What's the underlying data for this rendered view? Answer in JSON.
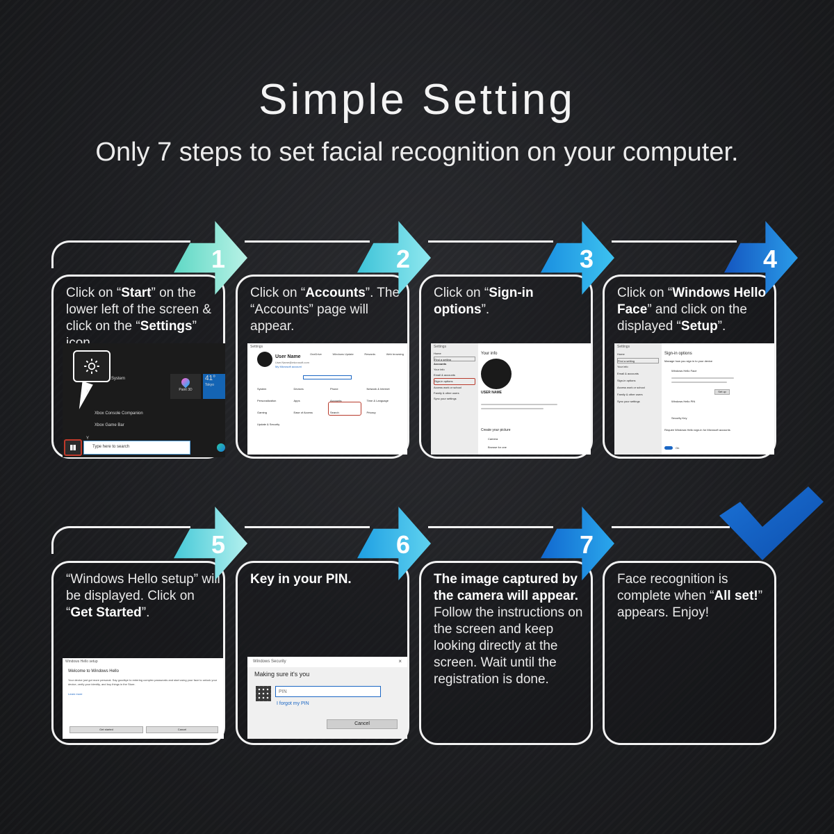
{
  "header": {
    "title": "Simple Setting",
    "subtitle": "Only 7 steps to set facial recognition on your computer."
  },
  "colors": {
    "step1": "#8fe3d4",
    "step2": "#5fd3e0",
    "step3": "#28a8e8",
    "step4": "#1a78d8",
    "step5": "#7fdde0",
    "step6": "#35b7e6",
    "step7": "#1d8ae0",
    "check": "#1566c8"
  },
  "steps": [
    {
      "num": "1",
      "t1": "Click on “",
      "b1": "Start",
      "t2": "” on the lower left of the screen & click on the “",
      "b2": "Settings",
      "t3": "” icon."
    },
    {
      "num": "2",
      "t1": "Click on “",
      "b1": "Accounts",
      "t2": "”. The “Accounts” page will appear."
    },
    {
      "num": "3",
      "t1": "Click on “",
      "b1": "Sign-in options",
      "t2": "”."
    },
    {
      "num": "4",
      "t1": "Click on “",
      "b1": "Windows Hello Face",
      "t2": "” and click on the displayed “",
      "b2": "Setup",
      "t3": "”."
    },
    {
      "num": "5",
      "t1": "“Windows Hello setup” will be displayed. Click on “",
      "b1": "Get Started",
      "t2": "”."
    },
    {
      "num": "6",
      "b1": "Key in your PIN."
    },
    {
      "num": "7",
      "b1": "The image captured by the camera will appear.",
      "t1": " Follow the instructions on the screen and keep looking directly at the screen. Wait until the registration is done."
    },
    {
      "t1": "Face recognition is complete when “",
      "b1": "All set!",
      "t2": "” appears. Enjoy!"
    }
  ],
  "shot1": {
    "system": "System",
    "xbox_companion": "Xbox Console Companion",
    "xbox_bar": "Xbox Game Bar",
    "x": "X",
    "y": "Y",
    "paint": "Paint 3D",
    "temp": "41°",
    "city": "Tokyo",
    "search": "Type here to search"
  },
  "shot2": {
    "window": "Settings",
    "user": "User Name",
    "email": "User.Name@microsoft.com",
    "link": "My Microsoft account",
    "tiles": [
      "System",
      "Devices",
      "Phone",
      "Network & Internet",
      "Personalization",
      "Apps",
      "Accounts",
      "Time & Language",
      "Gaming",
      "Ease of Access",
      "Search",
      "Privacy",
      "Update & Security"
    ],
    "top": [
      "OneDrive",
      "Windows Update",
      "Rewards",
      "Web browsing"
    ]
  },
  "shot3": {
    "window": "Settings",
    "your_info": "Your info",
    "user": "USER NAME",
    "side": [
      "Home",
      "Find a setting",
      "Accounts",
      "Your info",
      "Email & accounts",
      "Sign-in options",
      "Access work or school",
      "Family & other users",
      "Sync your settings"
    ],
    "create": "Create your picture",
    "camera": "Camera",
    "browse": "Browse for one"
  },
  "shot4": {
    "window": "Settings",
    "heading": "Sign-in options",
    "manage": "Manage how you sign in to your device",
    "face": "Windows Hello Face",
    "setup": "Set up",
    "side": [
      "Home",
      "Find a setting",
      "Your info",
      "Email & accounts",
      "Sign-in options",
      "Access work or school",
      "Family & other users",
      "Sync your settings"
    ],
    "pin": "Windows Hello PIN",
    "key": "Security Key",
    "require": "Require Windows Hello sign-in for Microsoft accounts",
    "on": "On"
  },
  "shot5": {
    "window": "Windows Hello setup",
    "heading": "Welcome to Windows Hello",
    "body": "Your device just got more personal. Say goodbye to entering complex passwords and start using your face to unlock your device, verify your identity, and buy things in the Store.",
    "learn": "Learn more",
    "start": "Get started",
    "cancel": "Cancel"
  },
  "shot6": {
    "window": "Windows Security",
    "heading": "Making sure it's you",
    "pin": "PIN",
    "forgot": "I forgot my PIN",
    "cancel": "Cancel"
  }
}
